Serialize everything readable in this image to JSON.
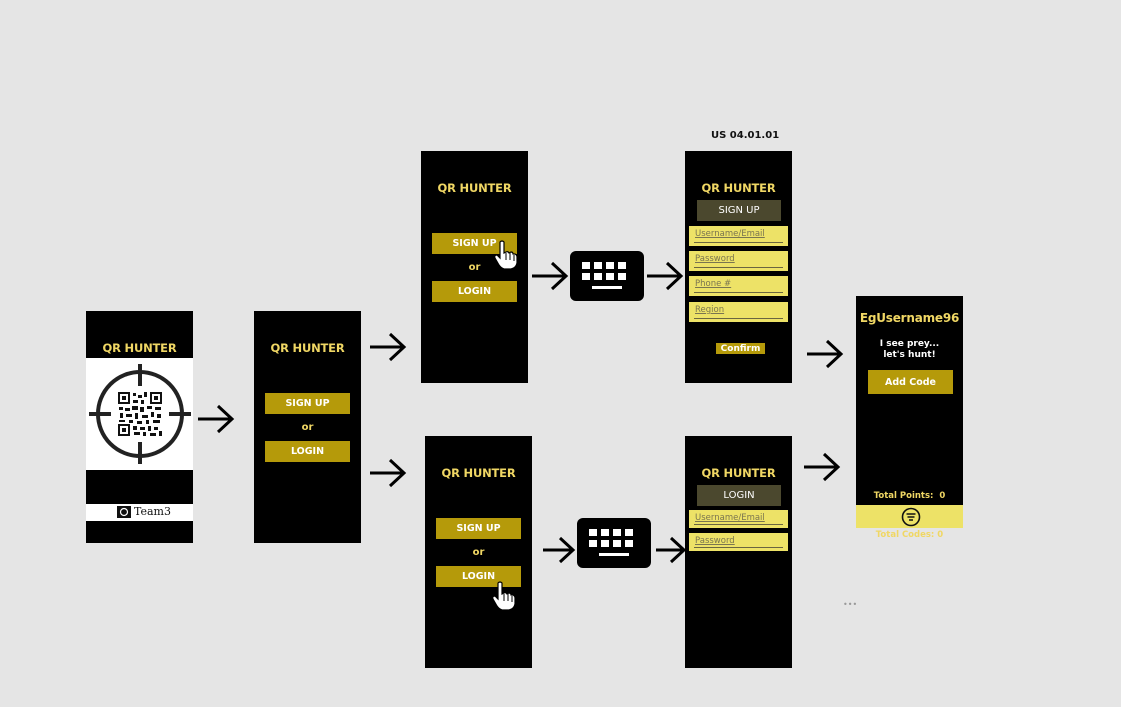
{
  "note_label": "US 04.01.01",
  "app_title": "QR HUNTER",
  "team_label": "Team3",
  "sign_up_label": "SIGN UP",
  "or_label": "or",
  "login_label": "LOGIN",
  "signup_form": {
    "header": "SIGN UP",
    "username_placeholder": "Username/Email",
    "password_placeholder": "Password",
    "phone_placeholder": "Phone #",
    "region_placeholder": "Region",
    "confirm_label": "Confirm"
  },
  "login_form": {
    "header": "LOGIN",
    "username_placeholder": "Username/Email",
    "password_placeholder": "Password"
  },
  "home": {
    "username": "EgUsername96",
    "tagline_1": "I see prey...",
    "tagline_2": "let's hunt!",
    "add_code_label": "Add Code",
    "total_points": "Total Points:  0",
    "total_codes": "Total Codes: 0"
  },
  "ellipsis": "•••",
  "colors": {
    "accent": "#f0d764",
    "button": "#b59a0a",
    "field": "#ede267",
    "frame": "#000000"
  },
  "icons": [
    "crosshair-icon",
    "qr-code-icon",
    "pointer-hand-icon",
    "keyboard-icon",
    "arrow-right-icon",
    "menu-icon"
  ]
}
